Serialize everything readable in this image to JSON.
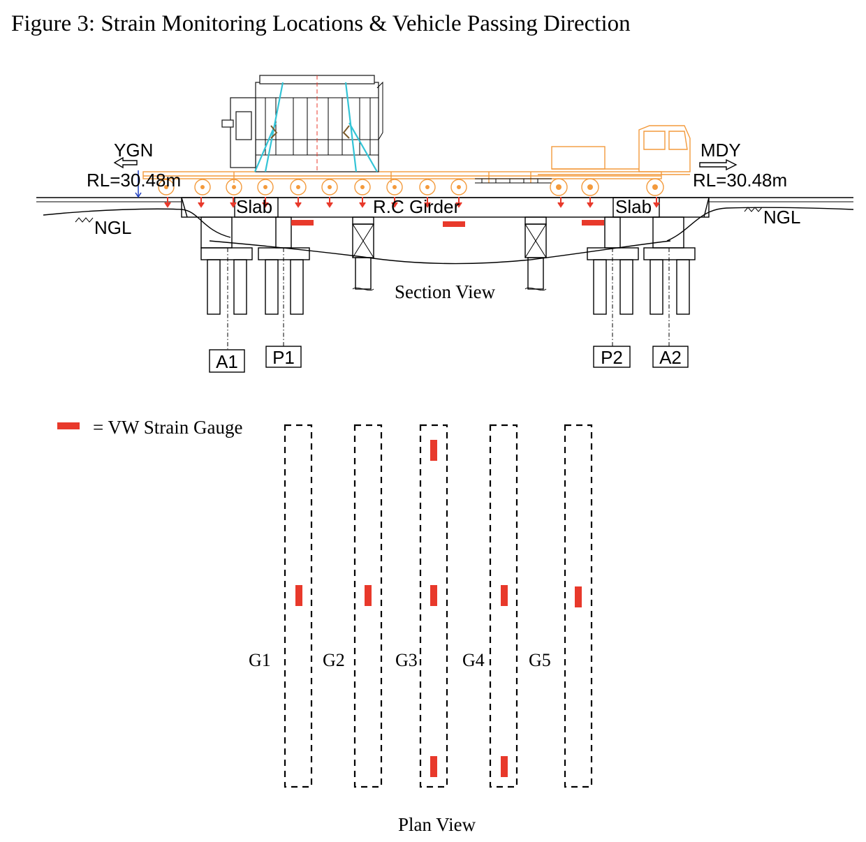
{
  "figure": {
    "title": "Figure 3: Strain Monitoring Locations & Vehicle Passing Direction"
  },
  "section_view": {
    "caption": "Section View",
    "direction_left": "YGN",
    "direction_right": "MDY",
    "rl_left": "RL=30.48m",
    "rl_right": "RL=30.48m",
    "ngl_left": "NGL",
    "ngl_right": "NGL",
    "slab_left": "Slab",
    "slab_right": "Slab",
    "girder_label": "R.C Girder",
    "supports": [
      "A1",
      "P1",
      "P2",
      "A2"
    ],
    "colors": {
      "vehicle": "#f39a3c",
      "gauge": "#e8392b",
      "strap": "#33c4d6",
      "rl_marker": "#1f3fbf"
    }
  },
  "legend": {
    "text": "= VW Strain Gauge"
  },
  "plan_view": {
    "caption": "Plan View",
    "girders": [
      {
        "label": "G1",
        "gauges": [
          "mid"
        ]
      },
      {
        "label": "G2",
        "gauges": [
          "mid"
        ]
      },
      {
        "label": "G3",
        "gauges": [
          "top",
          "mid",
          "bottom"
        ]
      },
      {
        "label": "G4",
        "gauges": [
          "mid",
          "bottom"
        ]
      },
      {
        "label": "G5",
        "gauges": [
          "mid"
        ]
      }
    ]
  }
}
